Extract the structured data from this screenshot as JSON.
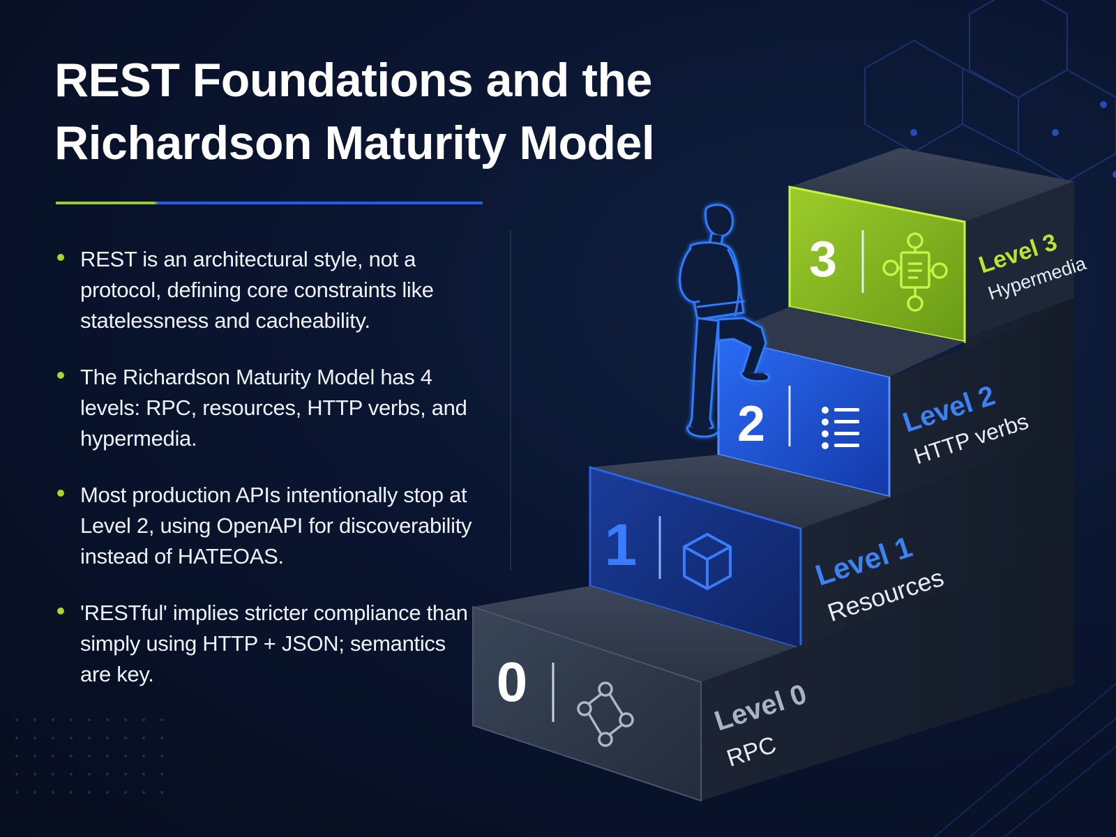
{
  "title": {
    "line1": "REST Foundations and the",
    "line2": "Richardson Maturity Model"
  },
  "bullets": [
    "REST is an architectural style, not a protocol, defining core constraints like statelessness and cacheability.",
    "The Richardson Maturity Model has 4 levels: RPC, resources, HTTP verbs, and hypermedia.",
    "Most production APIs intentionally stop at Level 2, using OpenAPI for discoverability instead of HATEOAS.",
    "'RESTful' implies stricter compliance than simply using HTTP + JSON; semantics are key."
  ],
  "levels": [
    {
      "number": "0",
      "label": "Level 0",
      "name": "RPC",
      "icon": "network-icon"
    },
    {
      "number": "1",
      "label": "Level 1",
      "name": "Resources",
      "icon": "cube-icon"
    },
    {
      "number": "2",
      "label": "Level 2",
      "name": "HTTP verbs",
      "icon": "list-icon"
    },
    {
      "number": "3",
      "label": "Level 3",
      "name": "Hypermedia",
      "icon": "hypermedia-document-icon"
    }
  ],
  "colors": {
    "background": "#0a1530",
    "accent_green": "#a3d92f",
    "accent_blue": "#1f5ef0",
    "level_label_blue": "#3b82f6",
    "step_dark": "#2b3548"
  },
  "decorations": [
    "climbing-person-icon",
    "hexagon-network-pattern",
    "dot-grid-pattern"
  ]
}
